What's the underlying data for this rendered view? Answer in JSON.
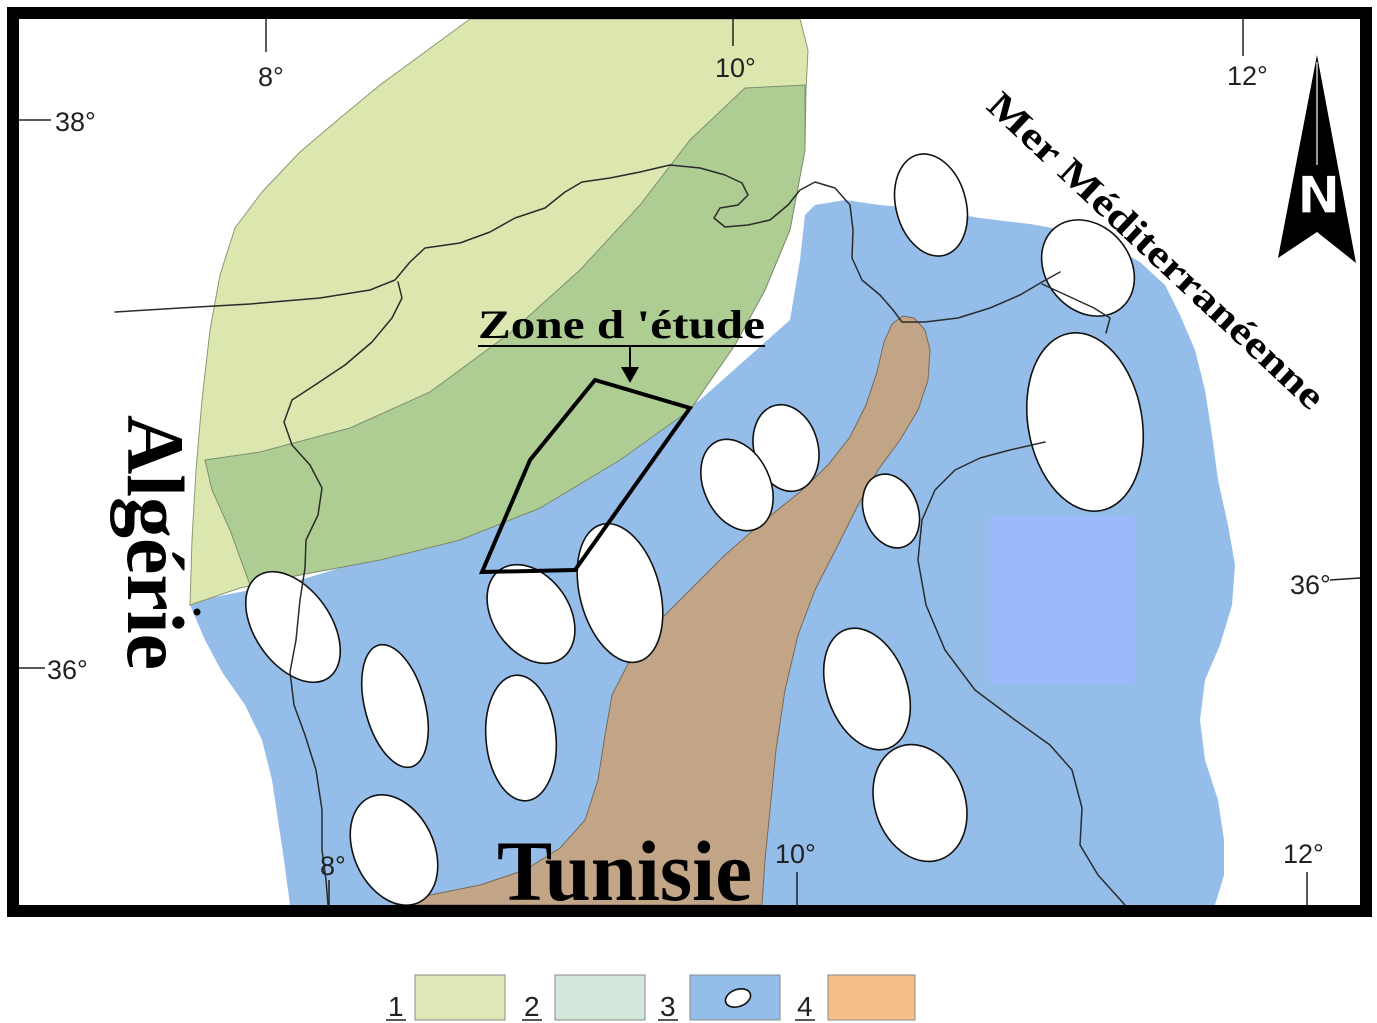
{
  "map": {
    "longitude_top": [
      "8°",
      "10°",
      "12°"
    ],
    "longitude_bottom": [
      "8°",
      "10°",
      "12°"
    ],
    "latitude_left": [
      "38°",
      "36°"
    ],
    "latitude_right": [
      "36°"
    ],
    "sea_label": "Mer Méditerranéenne",
    "country_west": "Algérie",
    "country_east": "Tunisie",
    "study_zone_label": "Zone d 'étude",
    "north_arrow": {
      "label": "N",
      "icon": "north-arrow-icon"
    }
  },
  "regions": {
    "zone_1": "#dbe7ae",
    "zone_2": "#a8ca90",
    "zone_3": "#95bde9",
    "zone_4": "#c1a586",
    "highlight": "#9cb9fb"
  },
  "legend": {
    "items": [
      {
        "label": "1",
        "color": "#dde8b6"
      },
      {
        "label": "2",
        "color": "#d3e8da"
      },
      {
        "label": "3",
        "color": "#95bde9",
        "symbol": "white-oval-icon"
      },
      {
        "label": "4",
        "color": "#f4bf88"
      }
    ]
  }
}
